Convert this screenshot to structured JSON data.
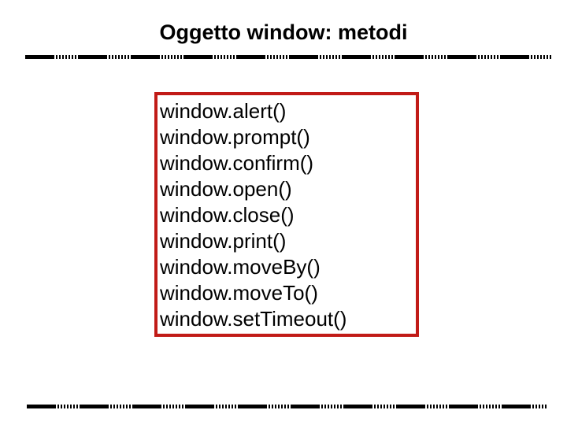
{
  "slide": {
    "title": "Oggetto window: metodi",
    "background_color": "#ffffff",
    "text_color": "#000000",
    "rule_color": "#000000",
    "box": {
      "border_color": "#c11b17",
      "fill_color": "#ffffff",
      "methods": [
        "window.alert()",
        "window.prompt()",
        "window.confirm()",
        "window.open()",
        "window.close()",
        "window.print()",
        "window.moveBy()",
        "window.moveTo()",
        "window.setTimeout()"
      ]
    }
  }
}
